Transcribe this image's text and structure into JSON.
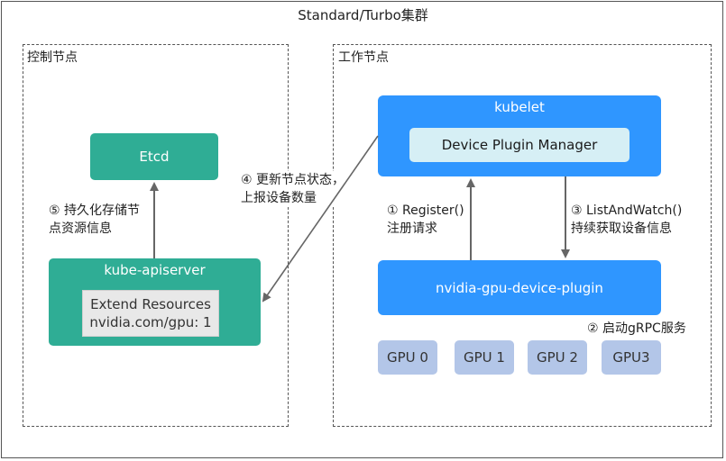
{
  "cluster": {
    "title": "Standard/Turbo集群"
  },
  "control_plane": {
    "label": "控制节点",
    "etcd": "Etcd",
    "apiserver": {
      "title": "kube-apiserver",
      "resources_line1": "Extend Resources",
      "resources_line2": "nvidia.com/gpu: 1"
    },
    "persist_note": {
      "line1": "⑤ 持久化存储节",
      "line2": "点资源信息"
    }
  },
  "worker": {
    "label": "工作节点",
    "kubelet": {
      "title": "kubelet",
      "manager": "Device Plugin Manager"
    },
    "plugin": "nvidia-gpu-device-plugin",
    "register_note": {
      "line1": "① Register()",
      "line2": "注册请求"
    },
    "list_note": {
      "line1": "③ ListAndWatch()",
      "line2": "持续获取设备信息"
    },
    "grpc_note": "② 启动gRPC服务",
    "gpus": [
      "GPU 0",
      "GPU 1",
      "GPU 2",
      "GPU3"
    ]
  },
  "update_note": {
    "line1": "④ 更新节点状态，",
    "line2": "上报设备数量"
  },
  "colors": {
    "teal": "#2fad95",
    "blue": "#2f96ff",
    "gpu": "#b3c6e8",
    "manager": "#d6eff5",
    "arrow": "#666666"
  }
}
